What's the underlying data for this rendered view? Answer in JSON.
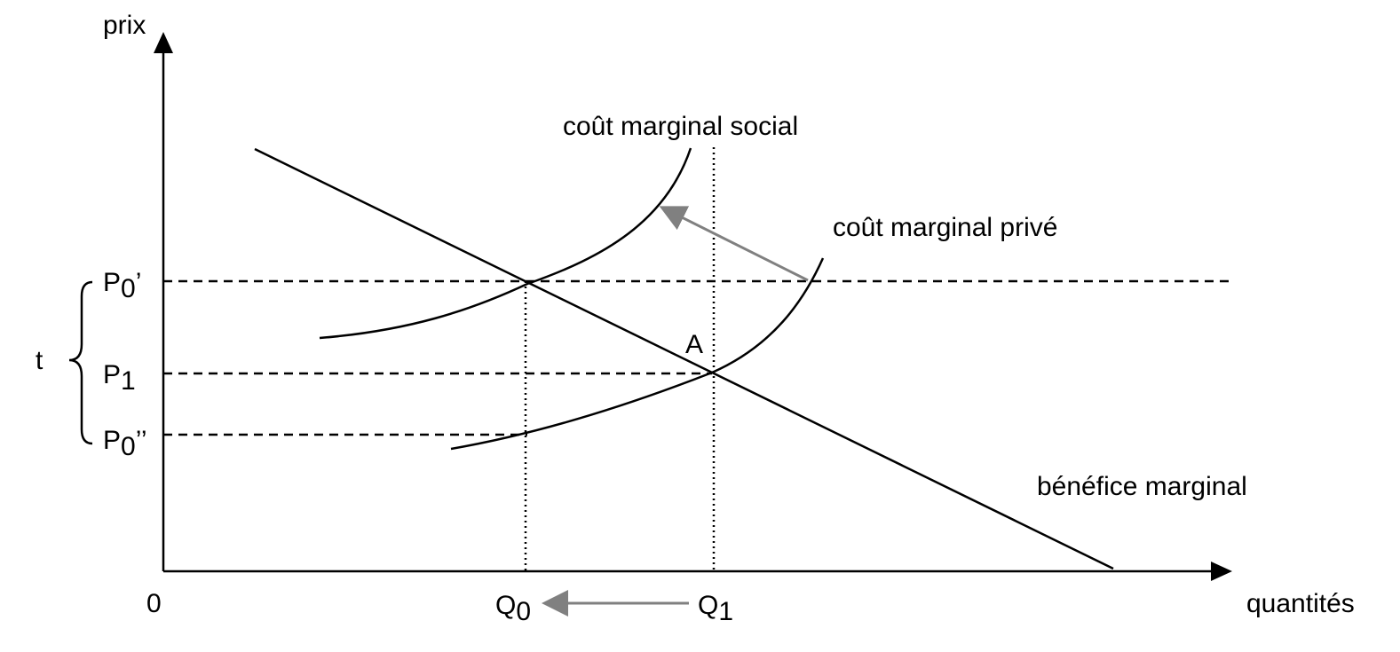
{
  "axes": {
    "y_label": "prix",
    "x_label": "quantités",
    "origin": "0"
  },
  "curves": {
    "social_cost": "coût marginal social",
    "private_cost": "coût marginal privé",
    "marginal_benefit": "bénéfice marginal"
  },
  "points": {
    "a": "A"
  },
  "price_labels": {
    "p0_prime_base": "P",
    "p0_prime_sub": "0",
    "p0_prime_mark": "’",
    "p1_base": "P",
    "p1_sub": "1",
    "p0_double_base": "P",
    "p0_double_sub": "0",
    "p0_double_mark": "’’",
    "tax": "t"
  },
  "quantity_labels": {
    "q0_base": "Q",
    "q0_sub": "0",
    "q1_base": "Q",
    "q1_sub": "1"
  },
  "colors": {
    "ink": "#000000",
    "arrow_grey": "#808080"
  }
}
